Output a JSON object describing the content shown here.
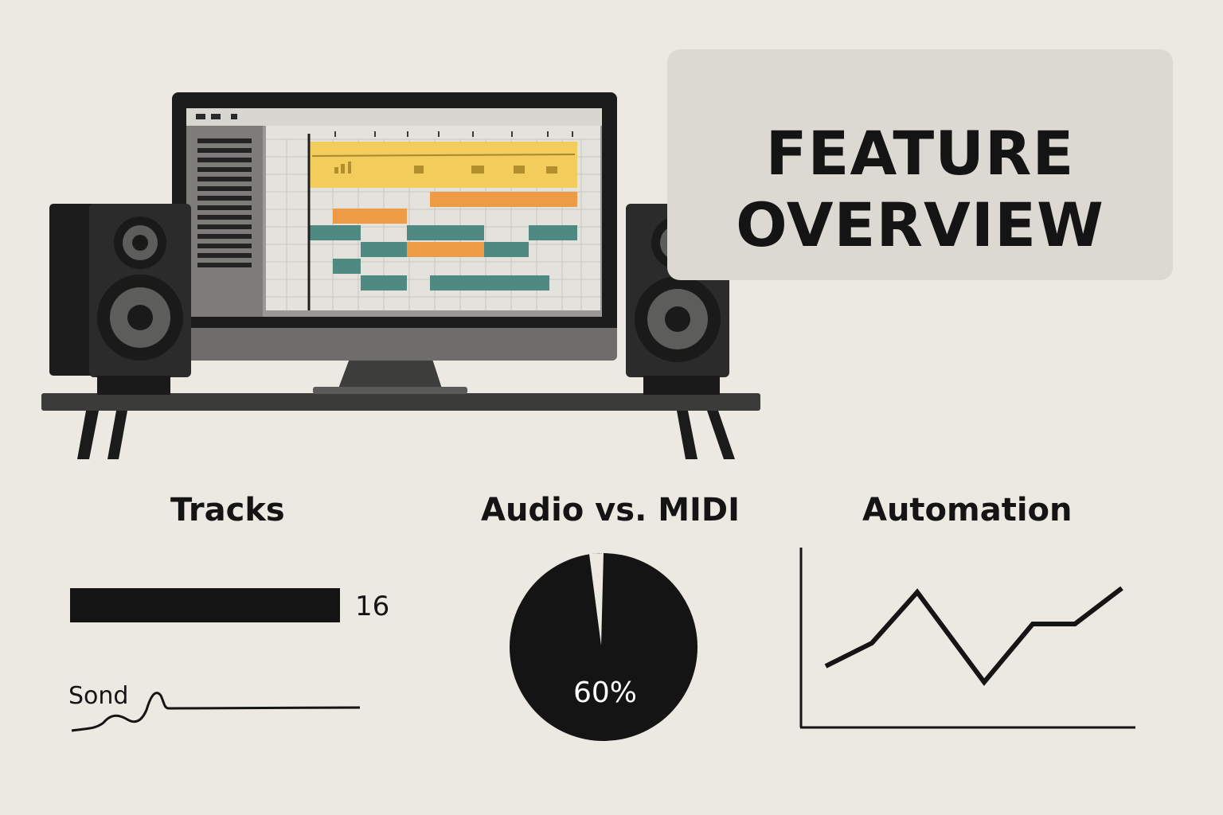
{
  "title": {
    "line1": "FEATURE",
    "line2": "OVERVIEW"
  },
  "colors": {
    "background": "#ece8e2",
    "ink": "#141414",
    "audio_clip": "#f2cd5c",
    "midi_orange": "#ee9b46",
    "midi_teal": "#4e8a82"
  },
  "illustration": {
    "icons": [
      "studio-monitor-icon",
      "speaker-left-icon",
      "speaker-right-icon",
      "desk-icon"
    ]
  },
  "tracks": {
    "heading": "Tracks",
    "value": 16,
    "value_label": "16",
    "wave_label": "Sond"
  },
  "audio_vs_midi": {
    "heading": "Audio vs. MIDI",
    "percent_label": "60%"
  },
  "automation": {
    "heading": "Automation"
  }
}
